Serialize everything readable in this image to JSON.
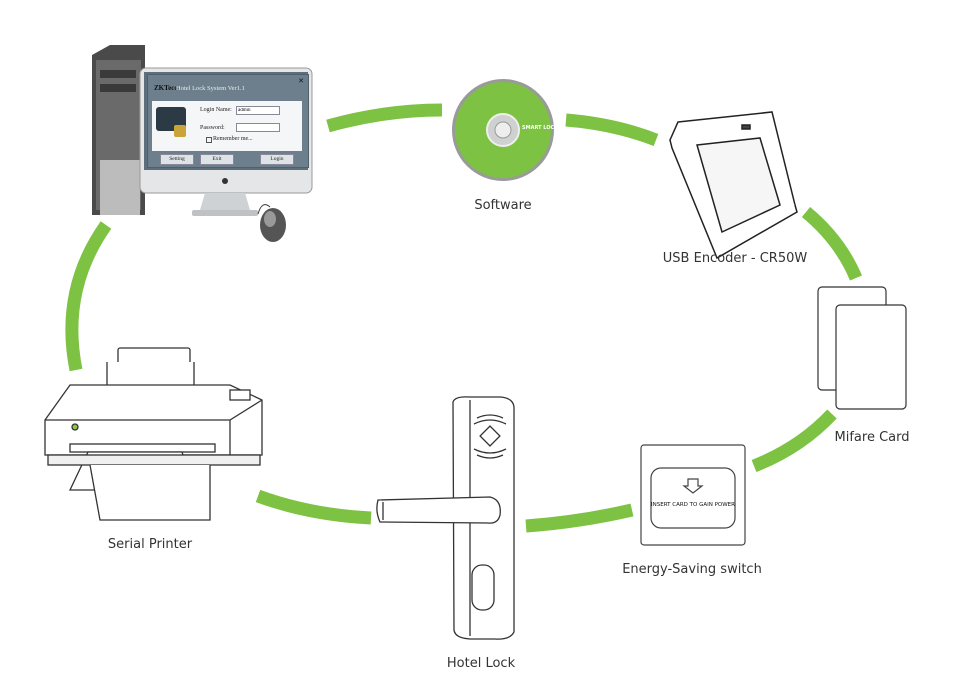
{
  "colors": {
    "connector": "#7dc242",
    "disc": "#7dc242",
    "outline": "#333333"
  },
  "nodes": {
    "computer": {
      "label": "",
      "window": {
        "brand": "ZKTeco",
        "title": "Hotel Lock System Ver1.1",
        "login_name_label": "Login Name:",
        "login_name_value": "admin",
        "password_label": "Password:",
        "remember_label": "Remember me...",
        "buttons": [
          "Setting",
          "Exit",
          "Login"
        ]
      }
    },
    "software": {
      "label": "Software",
      "disc_text": "SMART LOCK"
    },
    "encoder": {
      "label": "USB Encoder - CR50W"
    },
    "card": {
      "label": "Mifare Card"
    },
    "switch": {
      "label": "Energy-Saving switch",
      "slot_text": "INSERT CARD TO GAIN POWER"
    },
    "lock": {
      "label": "Hotel Lock"
    },
    "printer": {
      "label": "Serial Printer"
    }
  }
}
